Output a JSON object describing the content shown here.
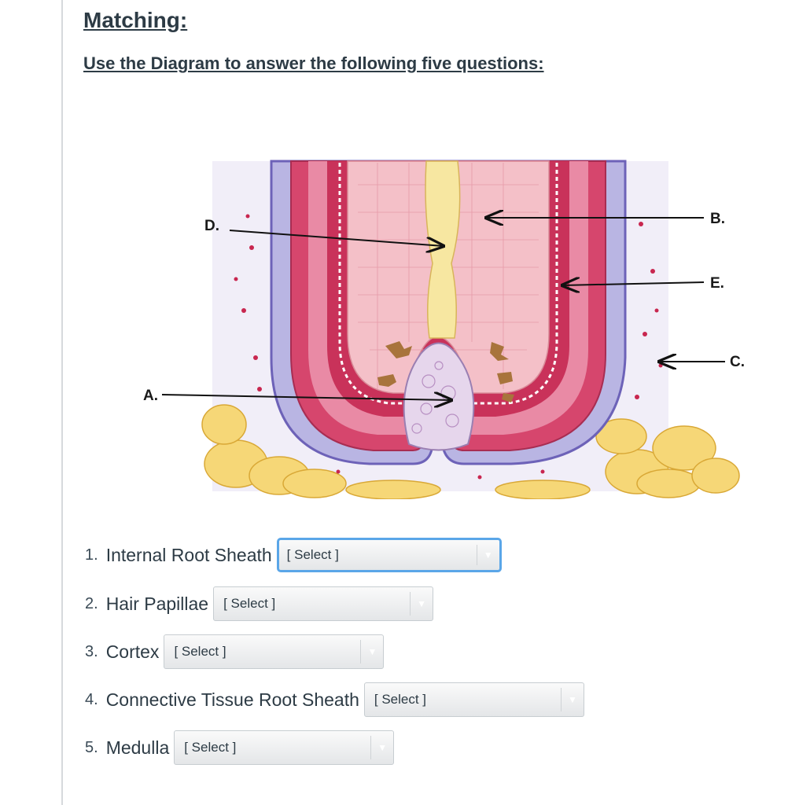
{
  "heading": "Matching:",
  "subheading": "Use the Diagram to answer the following five questions:",
  "diagram": {
    "labels": {
      "a": "A.",
      "b": "B.",
      "c": "C.",
      "d": "D.",
      "e": "E."
    }
  },
  "questions": [
    {
      "number": "1.",
      "label": "Internal Root Sheath",
      "select": "[ Select ]"
    },
    {
      "number": "2.",
      "label": "Hair Papillae",
      "select": "[ Select ]"
    },
    {
      "number": "3.",
      "label": "Cortex",
      "select": "[ Select ]"
    },
    {
      "number": "4.",
      "label": "Connective Tissue Root Sheath",
      "select": "[ Select ]"
    },
    {
      "number": "5.",
      "label": "Medulla",
      "select": "[ Select ]"
    }
  ],
  "colors": {
    "focus_ring": "#5aa6e8",
    "text": "#2d3b45"
  },
  "icons": {
    "dropdown": "triangle-down"
  }
}
